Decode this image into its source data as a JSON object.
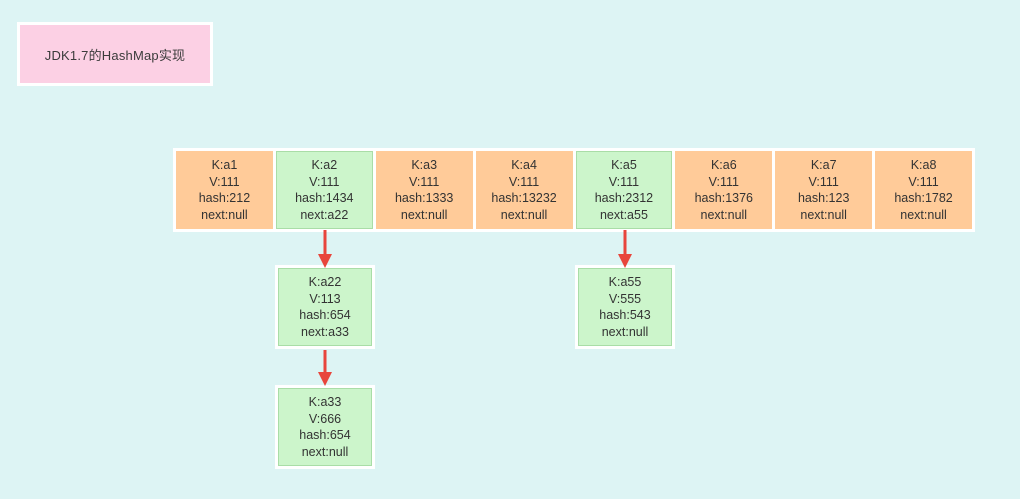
{
  "page": {
    "background_color": "#ddf4f4"
  },
  "title_card": {
    "label": "JDK1.7的HashMap实现",
    "background_color": "#fcd0e4",
    "border_color": "#ffffff"
  },
  "legend_colors": {
    "occupied_bucket": "#ffcb99",
    "chained_bucket": "#ccf5cb",
    "arrow": "#e8453c",
    "text": "#333333"
  },
  "bucket_row": {
    "name": "hashmap-table-array",
    "nodes": [
      {
        "key": "K:a1",
        "value": "V:111",
        "hash": "hash:212",
        "next": "next:null",
        "color": "orange"
      },
      {
        "key": "K:a2",
        "value": "V:111",
        "hash": "hash:1434",
        "next": "next:a22",
        "color": "green"
      },
      {
        "key": "K:a3",
        "value": "V:111",
        "hash": "hash:1333",
        "next": "next:null",
        "color": "orange"
      },
      {
        "key": "K:a4",
        "value": "V:111",
        "hash": "hash:13232",
        "next": "next:null",
        "color": "orange"
      },
      {
        "key": "K:a5",
        "value": "V:111",
        "hash": "hash:2312",
        "next": "next:a55",
        "color": "green"
      },
      {
        "key": "K:a6",
        "value": "V:111",
        "hash": "hash:1376",
        "next": "next:null",
        "color": "orange"
      },
      {
        "key": "K:a7",
        "value": "V:111",
        "hash": "hash:123",
        "next": "next:null",
        "color": "orange"
      },
      {
        "key": "K:a8",
        "value": "V:111",
        "hash": "hash:1782",
        "next": "next:null",
        "color": "orange"
      }
    ]
  },
  "chain_nodes": [
    {
      "id": "a22",
      "key": "K:a22",
      "value": "V:113",
      "hash": "hash:654",
      "next": "next:a33",
      "color": "green"
    },
    {
      "id": "a55",
      "key": "K:a55",
      "value": "V:555",
      "hash": "hash:543",
      "next": "next:null",
      "color": "green"
    },
    {
      "id": "a33",
      "key": "K:a33",
      "value": "V:666",
      "hash": "hash:654",
      "next": "next:null",
      "color": "green"
    }
  ],
  "arrows": [
    {
      "name": "arrow-a2-to-a22",
      "from": "K:a2",
      "to": "K:a22"
    },
    {
      "name": "arrow-a5-to-a55",
      "from": "K:a5",
      "to": "K:a55"
    },
    {
      "name": "arrow-a22-to-a33",
      "from": "K:a22",
      "to": "K:a33"
    }
  ]
}
